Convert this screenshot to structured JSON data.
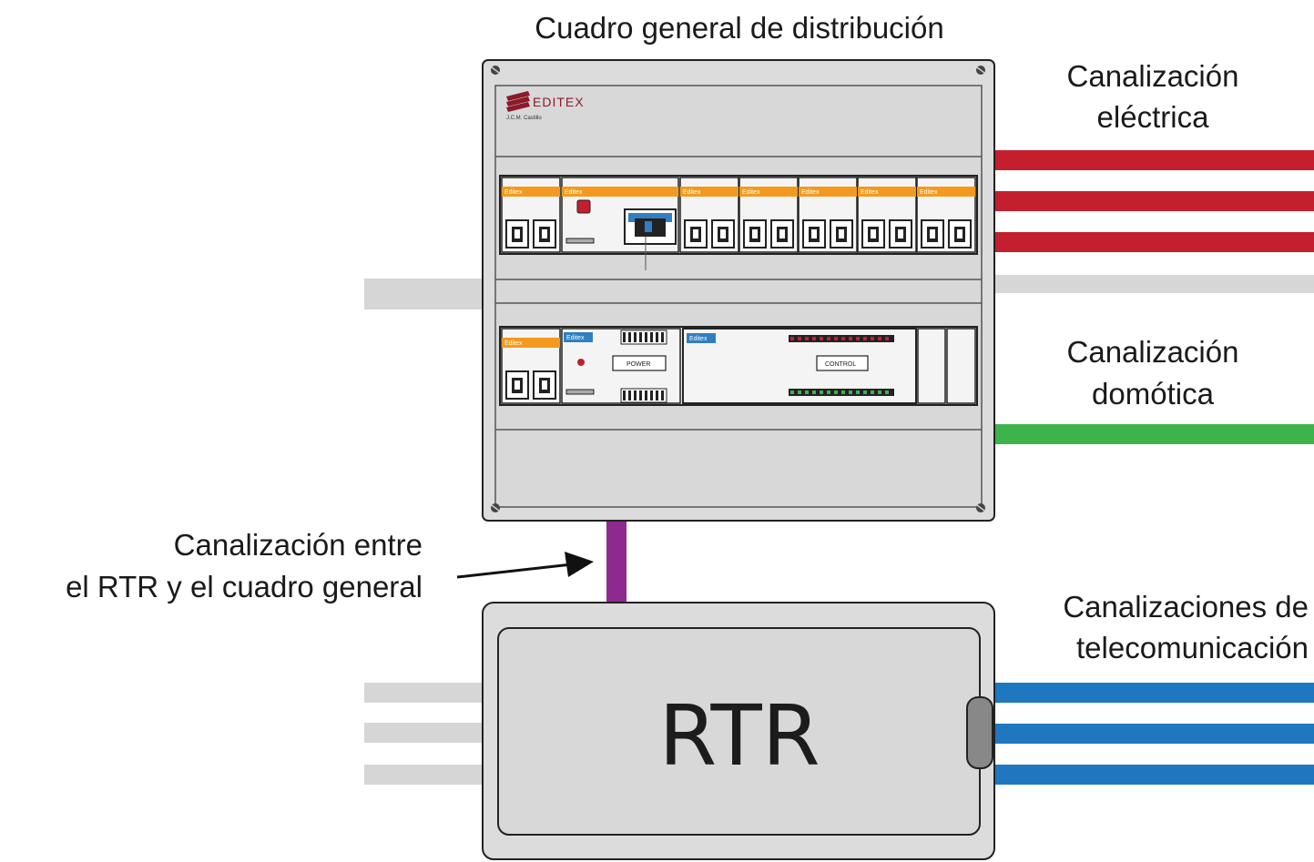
{
  "labels": {
    "title": "Cuadro general de distribución",
    "electrica_line1": "Canalización",
    "electrica_line2": "eléctrica",
    "domotica_line1": "Canalización",
    "domotica_line2": "domótica",
    "entre_line1": "Canalización entre",
    "entre_line2": "el RTR y el cuadro general",
    "teleco_line1": "Canalizaciones de",
    "teleco_line2": "telecomunicación"
  },
  "panel": {
    "brand": "EDITEX",
    "brand_sub": "J.C.M. Castillo",
    "module_tag": "Editex",
    "power_label": "POWER",
    "control_label": "CONTROL"
  },
  "rtr": {
    "label": "RTR"
  },
  "colors": {
    "electrical": "#c41f2f",
    "domotic": "#3cb44b",
    "telecom": "#1f77c0",
    "link": "#8e2a8f",
    "conduit_grey": "#d6d6d6",
    "panel_grey": "#dcdcdc",
    "module_orange": "#f39a1e",
    "module_blue": "#2f7fc1"
  }
}
